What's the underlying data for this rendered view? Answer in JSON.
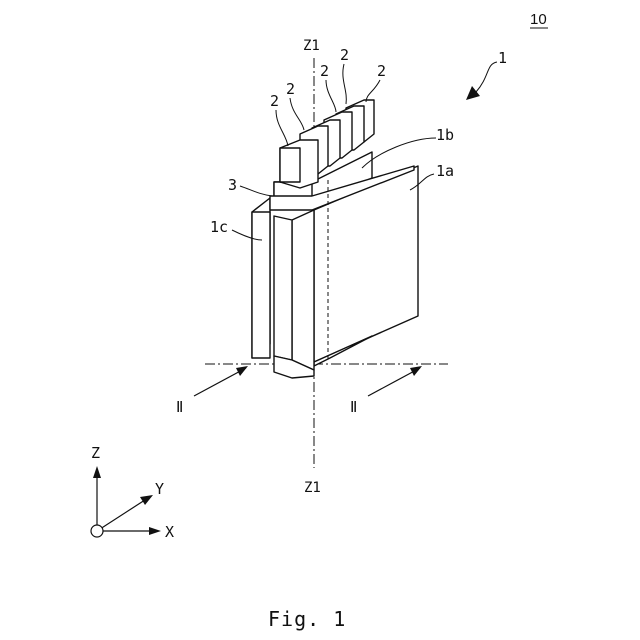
{
  "figure": {
    "caption": "Fig. 1",
    "reference_number": "10",
    "labels": {
      "assembly": "1",
      "main_body": "1a",
      "top_portion": "1b",
      "side_wall": "1c",
      "terminal": "2",
      "insulator": "3",
      "axis_top": "Z1",
      "axis_bottom": "Z1",
      "section_left": "Ⅱ",
      "section_right": "Ⅱ"
    },
    "coordinate_axes": {
      "z": "Z",
      "y": "Y",
      "x": "X"
    }
  }
}
